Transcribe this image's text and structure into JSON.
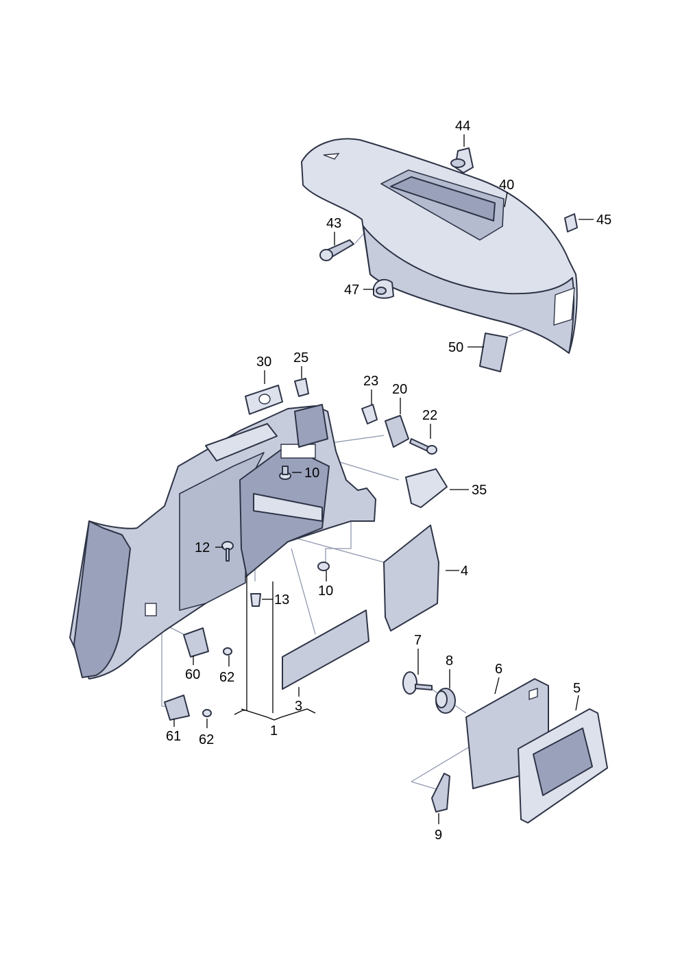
{
  "labels": {
    "l44": "44",
    "l40": "40",
    "l43": "43",
    "l45": "45",
    "l47": "47",
    "l50": "50",
    "l30": "30",
    "l25": "25",
    "l23": "23",
    "l20": "20",
    "l22": "22",
    "l10a": "10",
    "l35": "35",
    "l12": "12",
    "l10b": "10",
    "l4": "4",
    "l13": "13",
    "l60": "60",
    "l62a": "62",
    "l3": "3",
    "l1": "1",
    "l61": "61",
    "l62b": "62",
    "l7": "7",
    "l8": "8",
    "l6": "6",
    "l5": "5",
    "l9": "9"
  }
}
